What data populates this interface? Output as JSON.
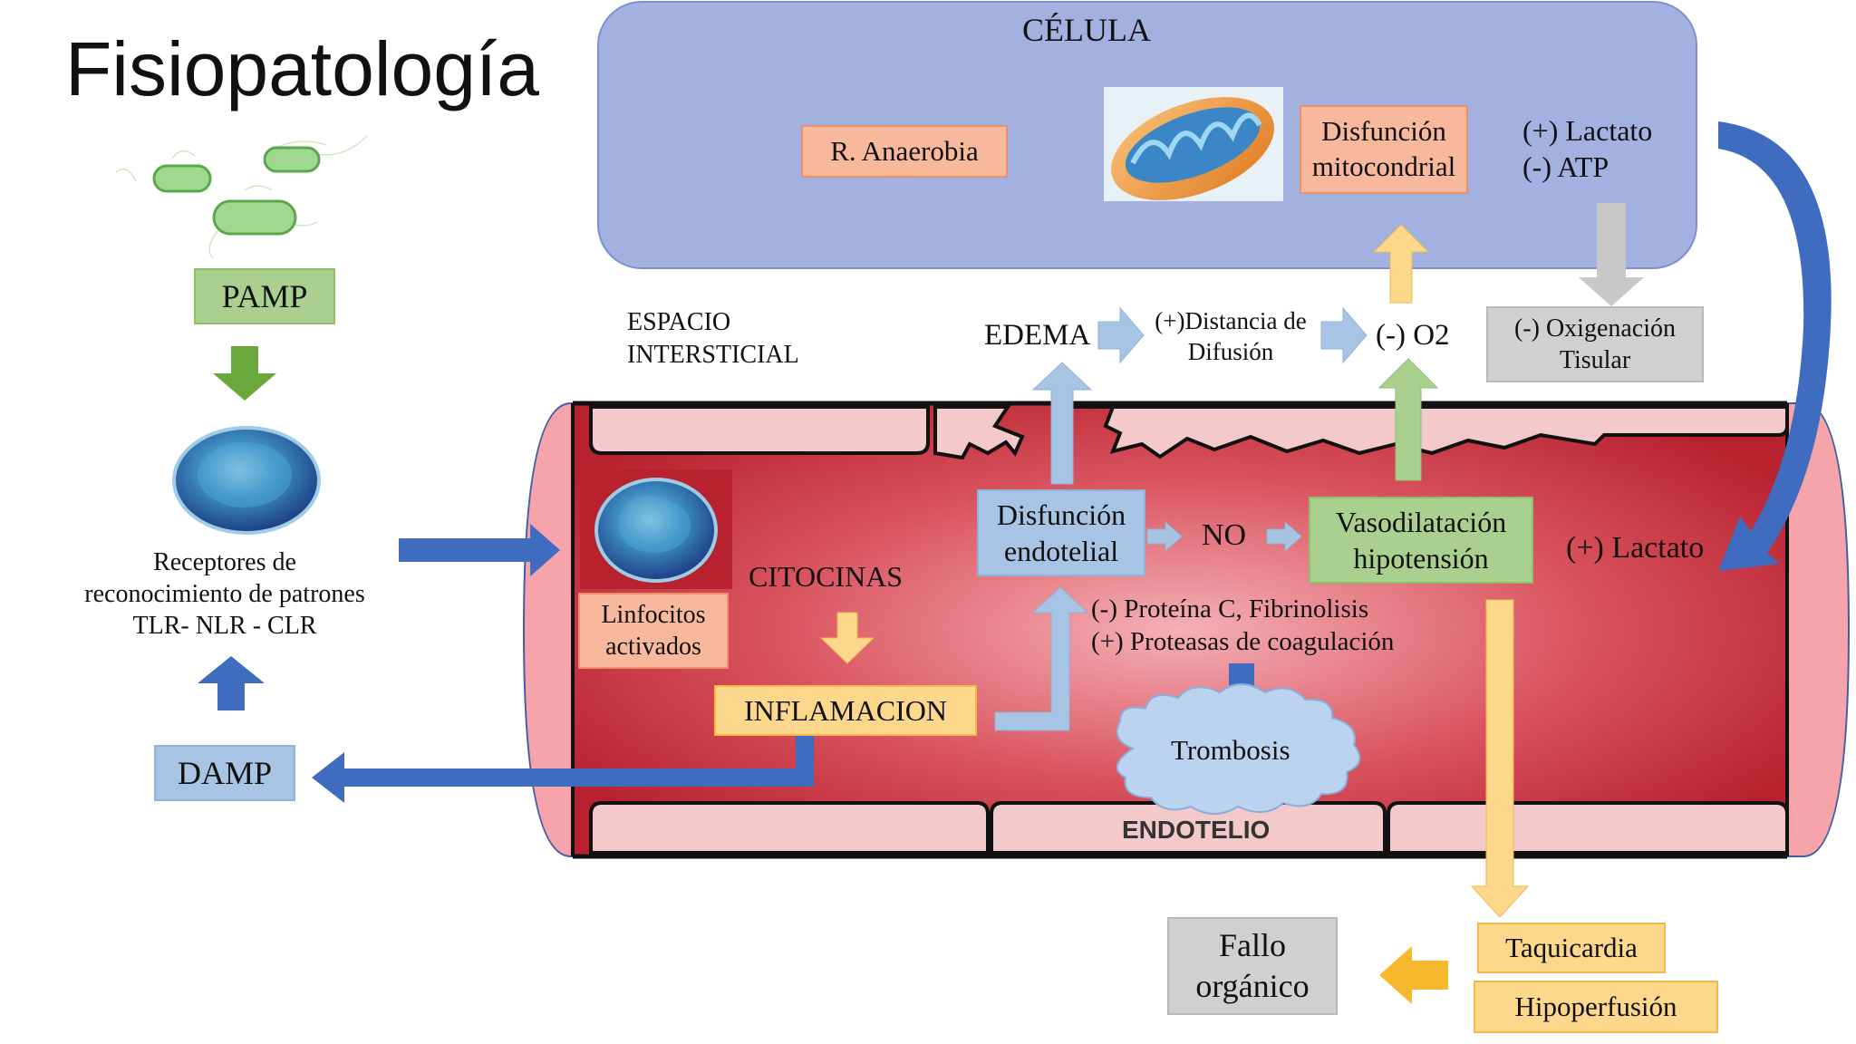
{
  "title": "Fisiopatología",
  "cell": {
    "label": "CÉLULA",
    "r_anaerobia": "R. Anaerobia",
    "disfuncion_mito_1": "Disfunción",
    "disfuncion_mito_2": "mitocondrial",
    "lactato": "(+) Lactato",
    "atp": "(-) ATP"
  },
  "left": {
    "pamp": "PAMP",
    "receptores_1": "Receptores de",
    "receptores_2": "reconocimiento de patrones",
    "receptores_3": "TLR- NLR - CLR",
    "damp": "DAMP"
  },
  "interstitial": {
    "espacio_1": "ESPACIO",
    "espacio_2": "INTERSTICIAL",
    "edema": "EDEMA",
    "distancia_1": "(+)Distancia de",
    "distancia_2": "Difusión",
    "o2": "(-) O2",
    "oxigenacion_1": "(-) Oxigenación",
    "oxigenacion_2": "Tisular"
  },
  "vessel": {
    "linfocitos_1": "Linfocitos",
    "linfocitos_2": "activados",
    "citocinas": "CITOCINAS",
    "inflamacion": "INFLAMACION",
    "disfuncion_endo_1": "Disfunción",
    "disfuncion_endo_2": "endotelial",
    "no": "NO",
    "vasodilatacion_1": "Vasodilatación",
    "vasodilatacion_2": "hipotensión",
    "lactato": "(+) Lactato",
    "proteina_c": "(-) Proteína C, Fibrinolisis",
    "proteasas": "(+) Proteasas de coagulación",
    "trombosis": "Trombosis",
    "endotelio": "ENDOTELIO"
  },
  "outcome": {
    "taquicardia": "Taquicardia",
    "hipoperfusion": "Hipoperfusión",
    "fallo_1": "Fallo",
    "fallo_2": "orgánico"
  },
  "colors": {
    "cell_fill": "#a3b1e0",
    "vessel_red": "#c8303d",
    "vessel_light": "#f7a7ad",
    "orange_box": "#f7b89c",
    "green_box": "#a9d08e",
    "blue_box": "#a7c4e5",
    "yellow_box": "#fdd88c",
    "grey_box": "#d0d0d0",
    "arrow_blue": "#3f6cbf",
    "arrow_green": "#6aa83b"
  }
}
